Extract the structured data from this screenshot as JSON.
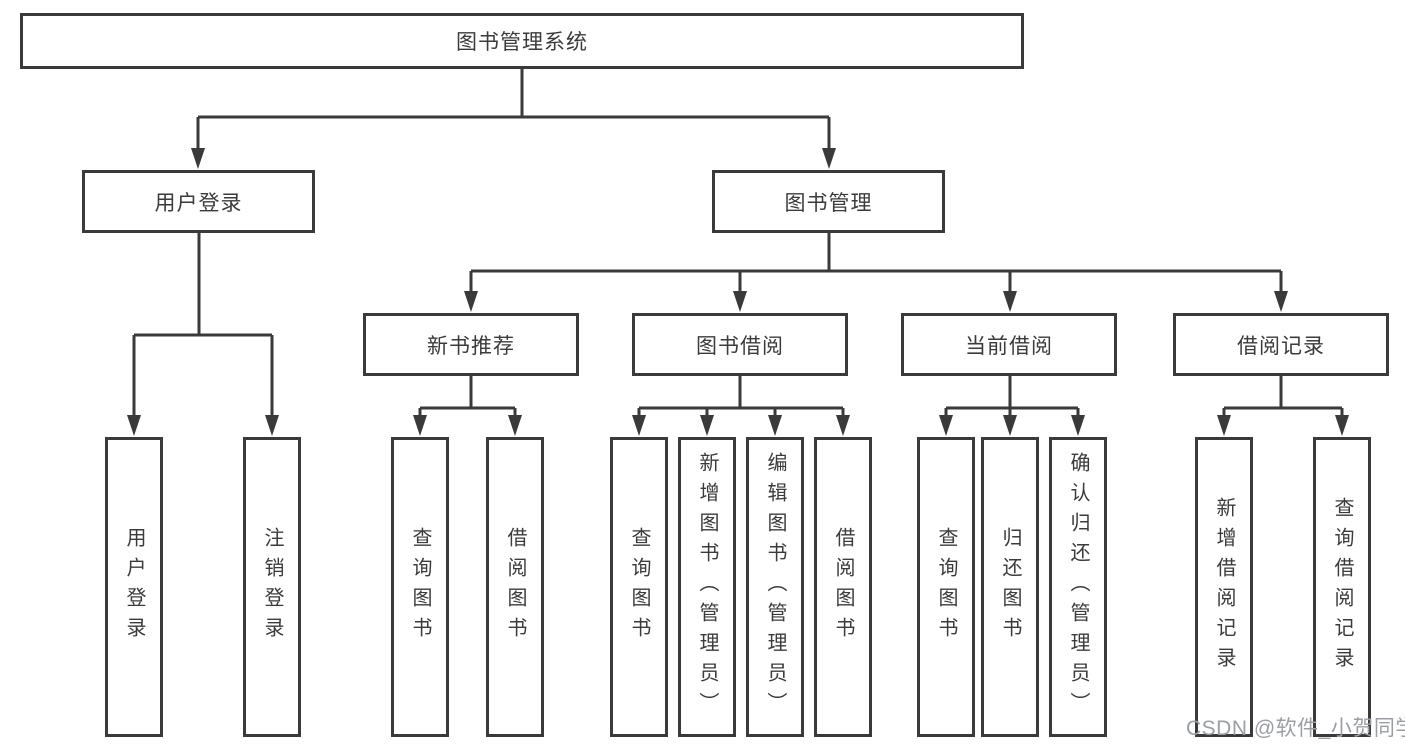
{
  "tree": {
    "root": "图书管理系统",
    "branches": [
      {
        "label": "用户登录",
        "children": [
          {
            "label": "用户登录"
          },
          {
            "label": "注销登录"
          }
        ]
      },
      {
        "label": "图书管理",
        "groups": [
          {
            "label": "新书推荐",
            "children": [
              {
                "label": "查询图书"
              },
              {
                "label": "借阅图书"
              }
            ]
          },
          {
            "label": "图书借阅",
            "children": [
              {
                "label": "查询图书"
              },
              {
                "label": "新增图书（管理员）"
              },
              {
                "label": "编辑图书（管理员）"
              },
              {
                "label": "借阅图书"
              }
            ]
          },
          {
            "label": "当前借阅",
            "children": [
              {
                "label": "查询图书"
              },
              {
                "label": "归还图书"
              },
              {
                "label": "确认归还（管理员）"
              }
            ]
          },
          {
            "label": "借阅记录",
            "children": [
              {
                "label": "新增借阅记录"
              },
              {
                "label": "查询借阅记录"
              }
            ]
          }
        ]
      }
    ]
  },
  "watermark": "CSDN @软件_小贺同学",
  "colors": {
    "line": "#3a3a3a",
    "box_border": "#3a3a3a",
    "text": "#3b3b3b",
    "watermark": "#9b9fa4",
    "background": "#ffffff"
  }
}
